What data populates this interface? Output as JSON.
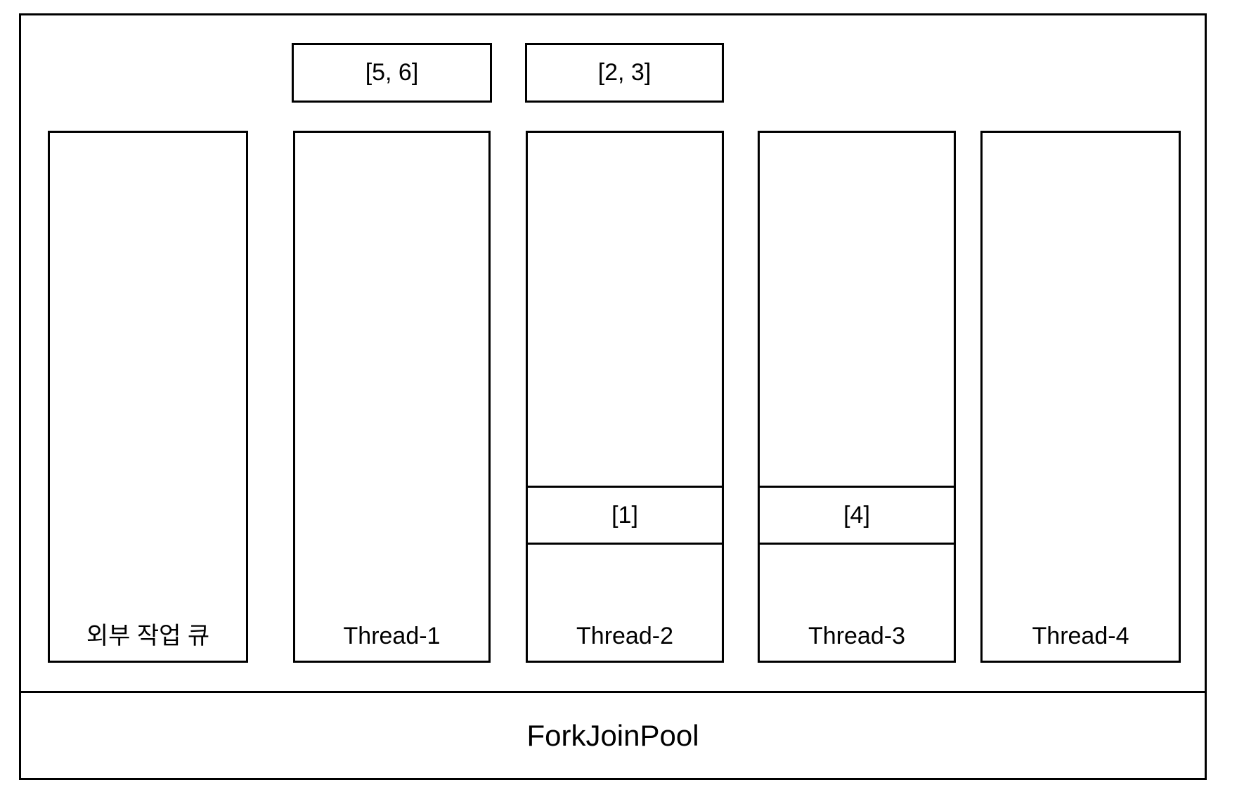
{
  "colors": {
    "stroke": "#000000",
    "background": "#ffffff",
    "text": "#000000"
  },
  "pool": {
    "label": "ForkJoinPool"
  },
  "pending_tasks": [
    {
      "label": "[5, 6]"
    },
    {
      "label": "[2, 3]"
    }
  ],
  "queues": [
    {
      "label": "외부 작업 큐",
      "tasks": []
    },
    {
      "label": "Thread-1",
      "tasks": []
    },
    {
      "label": "Thread-2",
      "tasks": [
        {
          "label": "[1]"
        }
      ]
    },
    {
      "label": "Thread-3",
      "tasks": [
        {
          "label": "[4]"
        }
      ]
    },
    {
      "label": "Thread-4",
      "tasks": []
    }
  ]
}
